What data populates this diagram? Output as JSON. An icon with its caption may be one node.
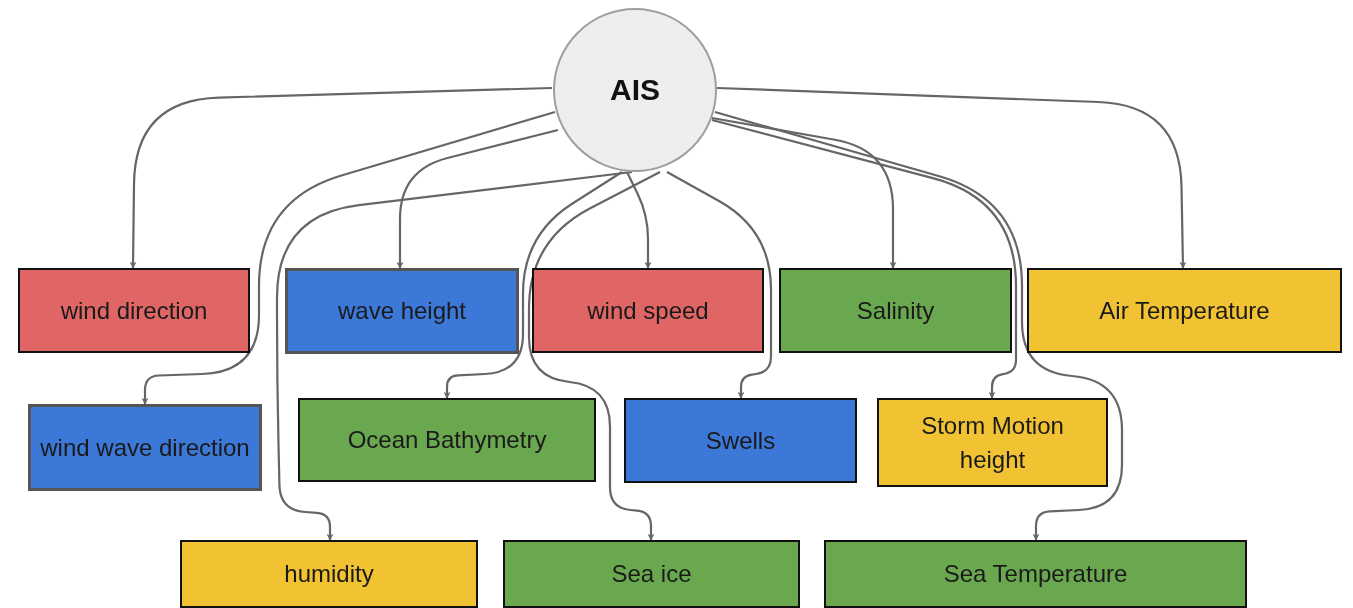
{
  "diagram": {
    "nodes": [
      {
        "text": [
          "AIS"
        ]
      },
      {
        "text": [
          "wind direction"
        ]
      },
      {
        "text": [
          "wave height"
        ]
      },
      {
        "text": [
          "wind speed"
        ]
      },
      {
        "text": [
          "Salinity"
        ]
      },
      {
        "text": [
          "Air Temperature"
        ]
      },
      {
        "text": [
          "wind wave direction"
        ]
      },
      {
        "text": [
          "Ocean Bathymetry"
        ]
      },
      {
        "text": [
          "Swells"
        ]
      },
      {
        "text": [
          "Storm Motion height"
        ]
      },
      {
        "text": [
          "humidity"
        ]
      },
      {
        "text": [
          "Sea ice"
        ]
      },
      {
        "text": [
          "Sea Temperature"
        ]
      }
    ],
    "edges": [
      {
        "from": 0,
        "to": 1,
        "arrow": "to"
      },
      {
        "from": 0,
        "to": 2,
        "arrow": "to"
      },
      {
        "from": 0,
        "to": 3,
        "arrow": "to"
      },
      {
        "from": 0,
        "to": 4,
        "arrow": "to"
      },
      {
        "from": 0,
        "to": 5,
        "arrow": "to"
      },
      {
        "from": 0,
        "to": 6,
        "arrow": "to"
      },
      {
        "from": 0,
        "to": 7,
        "arrow": "to"
      },
      {
        "from": 0,
        "to": 8,
        "arrow": "to"
      },
      {
        "from": 0,
        "to": 9,
        "arrow": "to"
      },
      {
        "from": 0,
        "to": 10,
        "arrow": "to"
      },
      {
        "from": 0,
        "to": 11,
        "arrow": "to"
      },
      {
        "from": 0,
        "to": 12,
        "arrow": "to"
      }
    ]
  }
}
